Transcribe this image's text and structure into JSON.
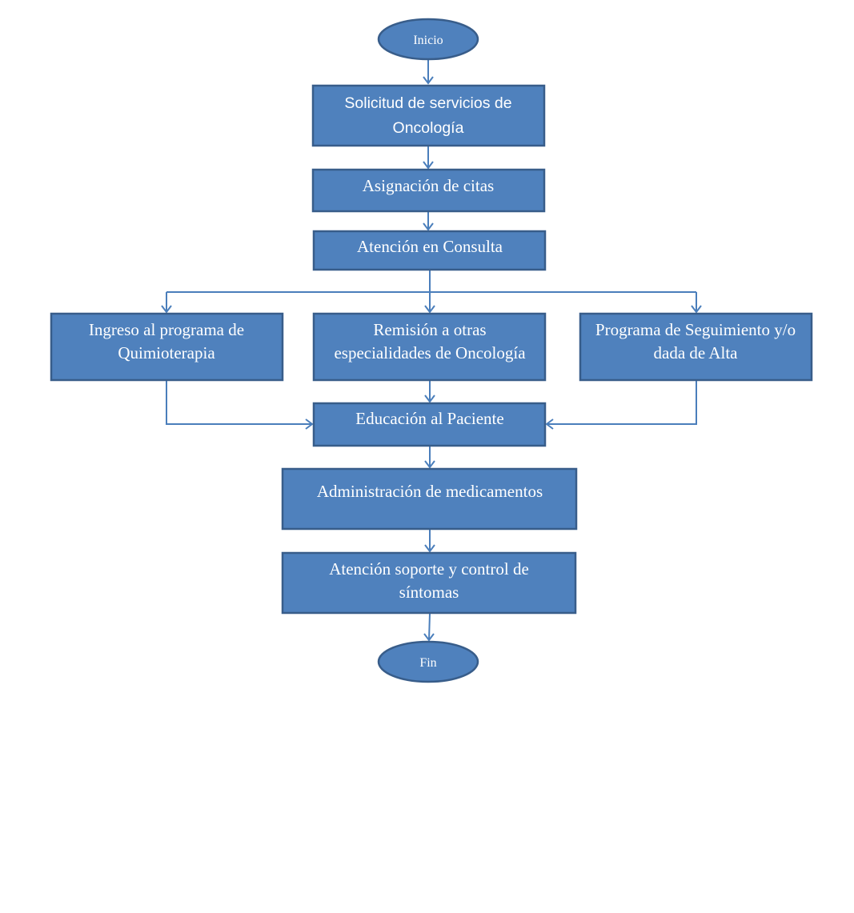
{
  "nodes": {
    "inicio": {
      "lines": [
        "Inicio"
      ]
    },
    "solicitud": {
      "lines": [
        "Solicitud de servicios de",
        "Oncología"
      ]
    },
    "asignacion": {
      "lines": [
        "Asignación de citas"
      ]
    },
    "atencion_consulta": {
      "lines": [
        "Atención en Consulta"
      ]
    },
    "ingreso": {
      "lines": [
        "Ingreso al programa de",
        "Quimioterapia"
      ]
    },
    "remision": {
      "lines": [
        "Remisión a otras",
        "especialidades de Oncología"
      ]
    },
    "programa": {
      "lines": [
        "Programa de Seguimiento y/o",
        "dada de Alta"
      ]
    },
    "educacion": {
      "lines": [
        "Educación al Paciente"
      ]
    },
    "administracion": {
      "lines": [
        "Administración de medicamentos"
      ]
    },
    "atencion_soporte": {
      "lines": [
        "Atención soporte y control de",
        "síntomas"
      ]
    },
    "fin": {
      "lines": [
        "Fin"
      ]
    }
  },
  "colors": {
    "node_fill": "#4f81bd",
    "node_border": "#385d8a",
    "connector": "#4a7ebb",
    "text": "#ffffff",
    "background": "#ffffff"
  }
}
